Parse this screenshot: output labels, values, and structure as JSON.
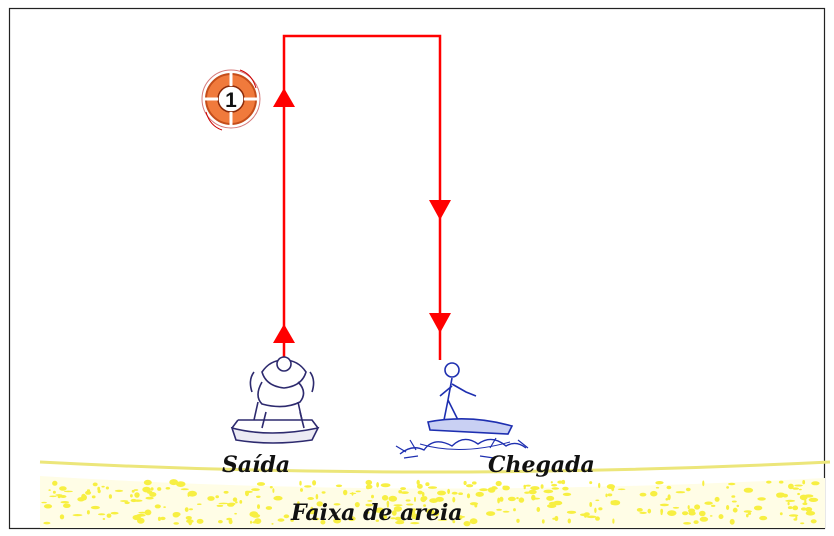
{
  "labels": {
    "start": "Saída",
    "finish": "Chegada",
    "sand": "Faixa de areia"
  },
  "buoy": {
    "number": "1"
  },
  "colors": {
    "route": "#ff0000",
    "buoy_ring": "#f07a3c",
    "rider_start": "#2d2a6e",
    "rider_finish": "#1e2fb0",
    "sand": "#f7ef3a",
    "shoreline": "#ece67a"
  },
  "icons": [
    "lifebuoy-icon",
    "jetski-rider-start-icon",
    "jetski-rider-finish-icon"
  ]
}
